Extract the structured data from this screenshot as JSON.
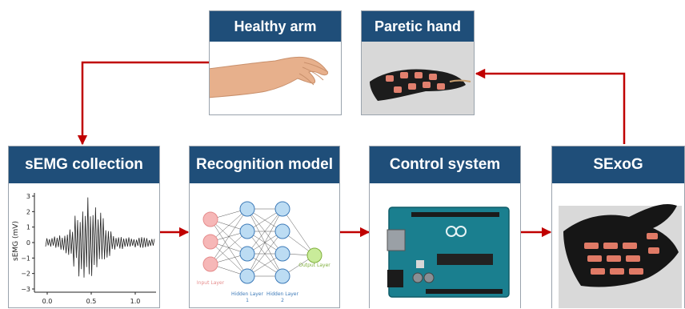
{
  "panels": {
    "healthy_arm": {
      "title": "Healthy arm"
    },
    "paretic_hand": {
      "title": "Paretic hand"
    },
    "semg": {
      "title": "sEMG collection",
      "ylabel": "sEMG (mV)",
      "yticks": [
        "3",
        "2",
        "1",
        "0",
        "−1",
        "−2",
        "−3"
      ],
      "xticks": [
        "0.0",
        "0.5",
        "1.0"
      ]
    },
    "recognition": {
      "title": "Recognition model",
      "input_label": "Input Layer",
      "hidden1_label": "Hidden Layer",
      "hidden1_index": "1",
      "hidden2_label": "Hidden Layer",
      "hidden2_index": "2",
      "output_label": "Output Layer"
    },
    "control": {
      "title": "Control system"
    },
    "sexog": {
      "title": "SExoG"
    }
  },
  "colors": {
    "header_bg": "#1f4e79",
    "header_text": "#ffffff",
    "arrow": "#c00000",
    "input_node": "#f6b7b7",
    "hidden_node": "#bcdcf3",
    "output_node": "#c9ec9a",
    "board": "#1a7f8f"
  }
}
